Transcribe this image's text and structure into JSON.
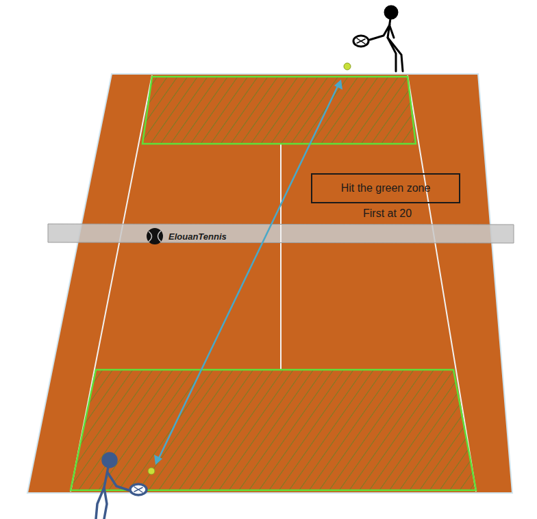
{
  "diagram": {
    "nodes": [
      {
        "text": [
          "Hit the green zone"
        ]
      }
    ],
    "labels": [
      "First at 20",
      "ElouanTennis"
    ]
  }
}
